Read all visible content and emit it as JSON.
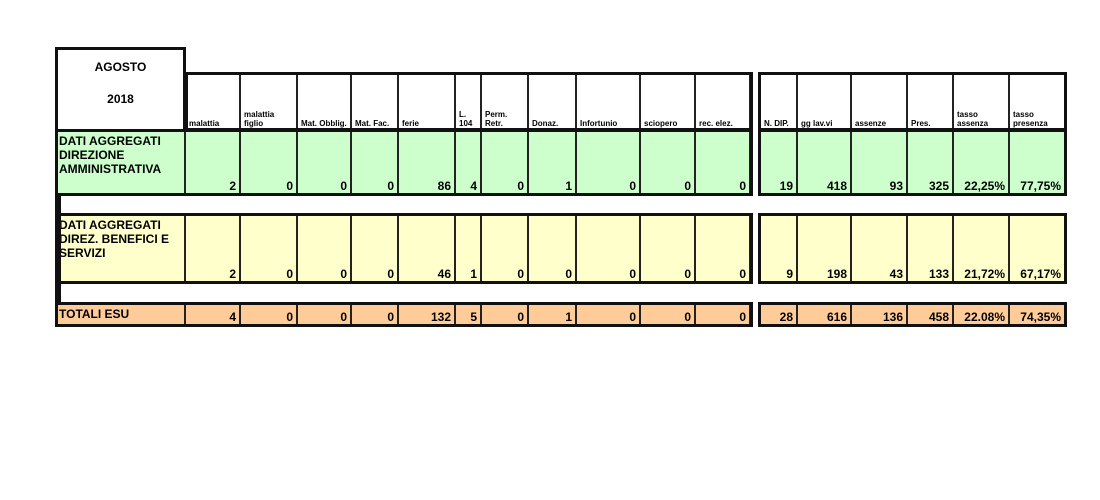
{
  "title": {
    "month": "AGOSTO",
    "year": "2018"
  },
  "left_headers": [
    "malattia",
    "malattia figlio",
    "Mat. Obblig.",
    "Mat. Fac.",
    "ferie",
    "L. 104",
    "Perm. Retr.",
    "Donaz.",
    "Infortunio",
    "sciopero",
    "rec. elez."
  ],
  "right_headers": [
    "N. DIP.",
    "gg lav.vi",
    "assenze",
    "Pres.",
    "tasso assenza",
    "tasso presenza"
  ],
  "rows": [
    {
      "label": "DATI AGGREGATI DIREZIONE AMMINISTRATIVA",
      "color": "#ccffcc",
      "left": [
        "2",
        "0",
        "0",
        "0",
        "86",
        "4",
        "0",
        "1",
        "0",
        "0",
        "0"
      ],
      "right": [
        "19",
        "418",
        "93",
        "325",
        "22,25%",
        "77,75%"
      ]
    },
    {
      "label": "DATI AGGREGATI DIREZ.  BENEFICI E SERVIZI",
      "color": "#ffffcc",
      "left": [
        "2",
        "0",
        "0",
        "0",
        "46",
        "1",
        "0",
        "0",
        "0",
        "0",
        "0"
      ],
      "right": [
        "9",
        "198",
        "43",
        "133",
        "21,72%",
        "67,17%"
      ]
    },
    {
      "label": "TOTALI ESU",
      "color": "#ffcc99",
      "left": [
        "4",
        "0",
        "0",
        "0",
        "132",
        "5",
        "0",
        "1",
        "0",
        "0",
        "0"
      ],
      "right": [
        "28",
        "616",
        "136",
        "458",
        "22.08%",
        "74,35%"
      ]
    }
  ]
}
